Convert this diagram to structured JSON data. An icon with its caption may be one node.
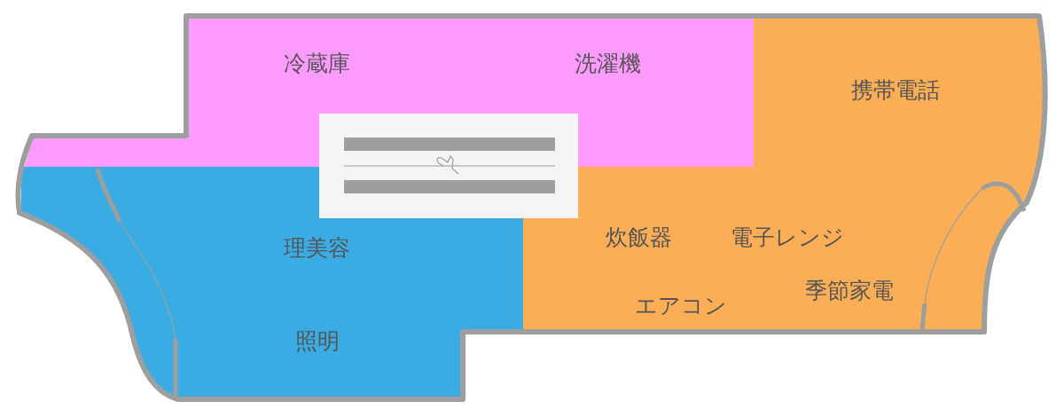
{
  "diagram": {
    "nodes": [
      {
        "text": [
          "冷蔵庫",
          "洗濯機"
        ]
      },
      {
        "text": [
          "理美容",
          "照明"
        ]
      },
      {
        "text": [
          "携帯電話",
          "炊飯器",
          "電子レンジ",
          "エアコン",
          "季節家電"
        ]
      }
    ]
  }
}
